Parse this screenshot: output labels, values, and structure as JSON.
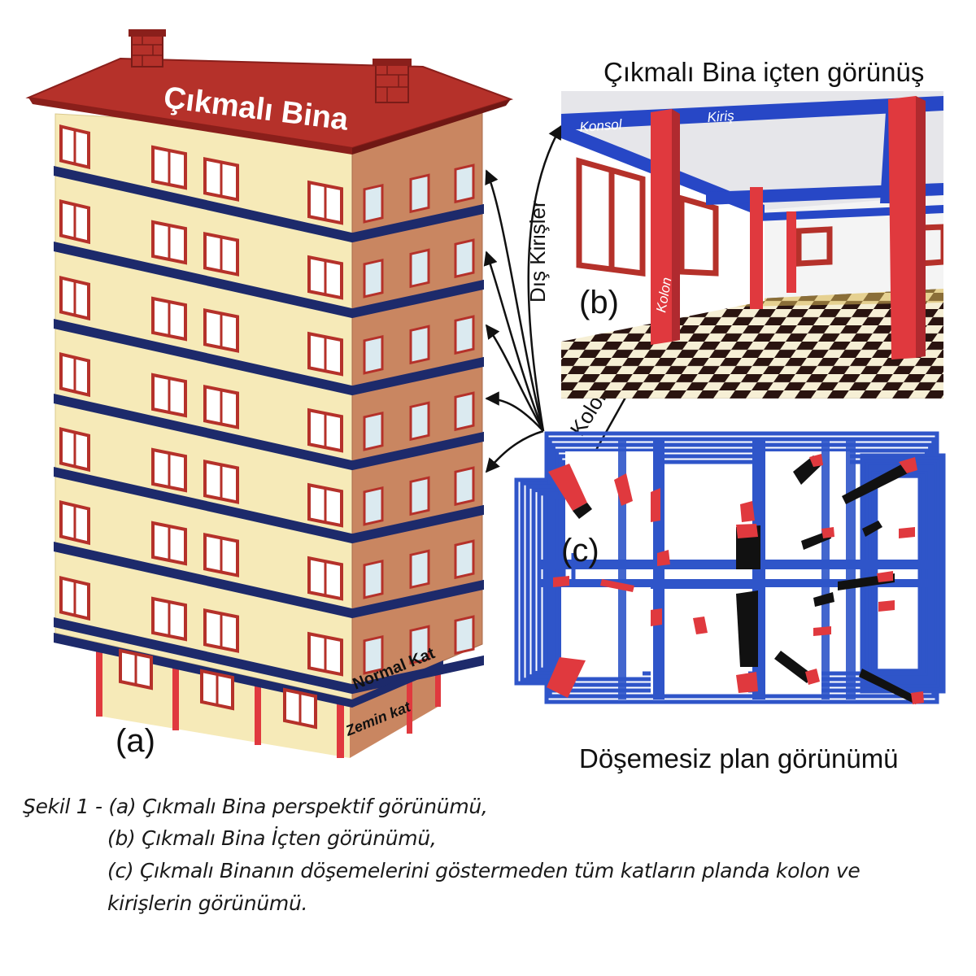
{
  "panel_a": {
    "roof_title": "Çıkmalı Bina",
    "normal_floor": "Normal Kat",
    "ground_floor": "Zemin kat",
    "letter": "(a)"
  },
  "panel_b": {
    "title": "Çıkmalı Bina içten görünüş",
    "konsol": "Konsol",
    "kiris": "Kiriş",
    "kolon": "Kolon",
    "letter": "(b)"
  },
  "connector": {
    "dis_kirisler": "Dış Kirişler",
    "kolon": "Kolon"
  },
  "panel_c": {
    "letter": "(c)",
    "title": "Döşemesiz  plan görünümü"
  },
  "caption": {
    "line1": "Şekil 1 - (a) Çıkmalı  Bina perspektif görünümü,",
    "line2": "(b) Çıkmalı Bina İçten görünümü,",
    "line3": "(c) Çıkmalı Binanın döşemelerini göstermeden tüm katların planda  kolon ve",
    "line4": "kirişlerin görünümü."
  },
  "colors": {
    "roof": "#b5312a",
    "front_wall": "#f6eab8",
    "side_wall": "#c98661",
    "beam": "#1d2a6b",
    "column": "#e0393e",
    "plan_blue": "#2f55c9"
  }
}
